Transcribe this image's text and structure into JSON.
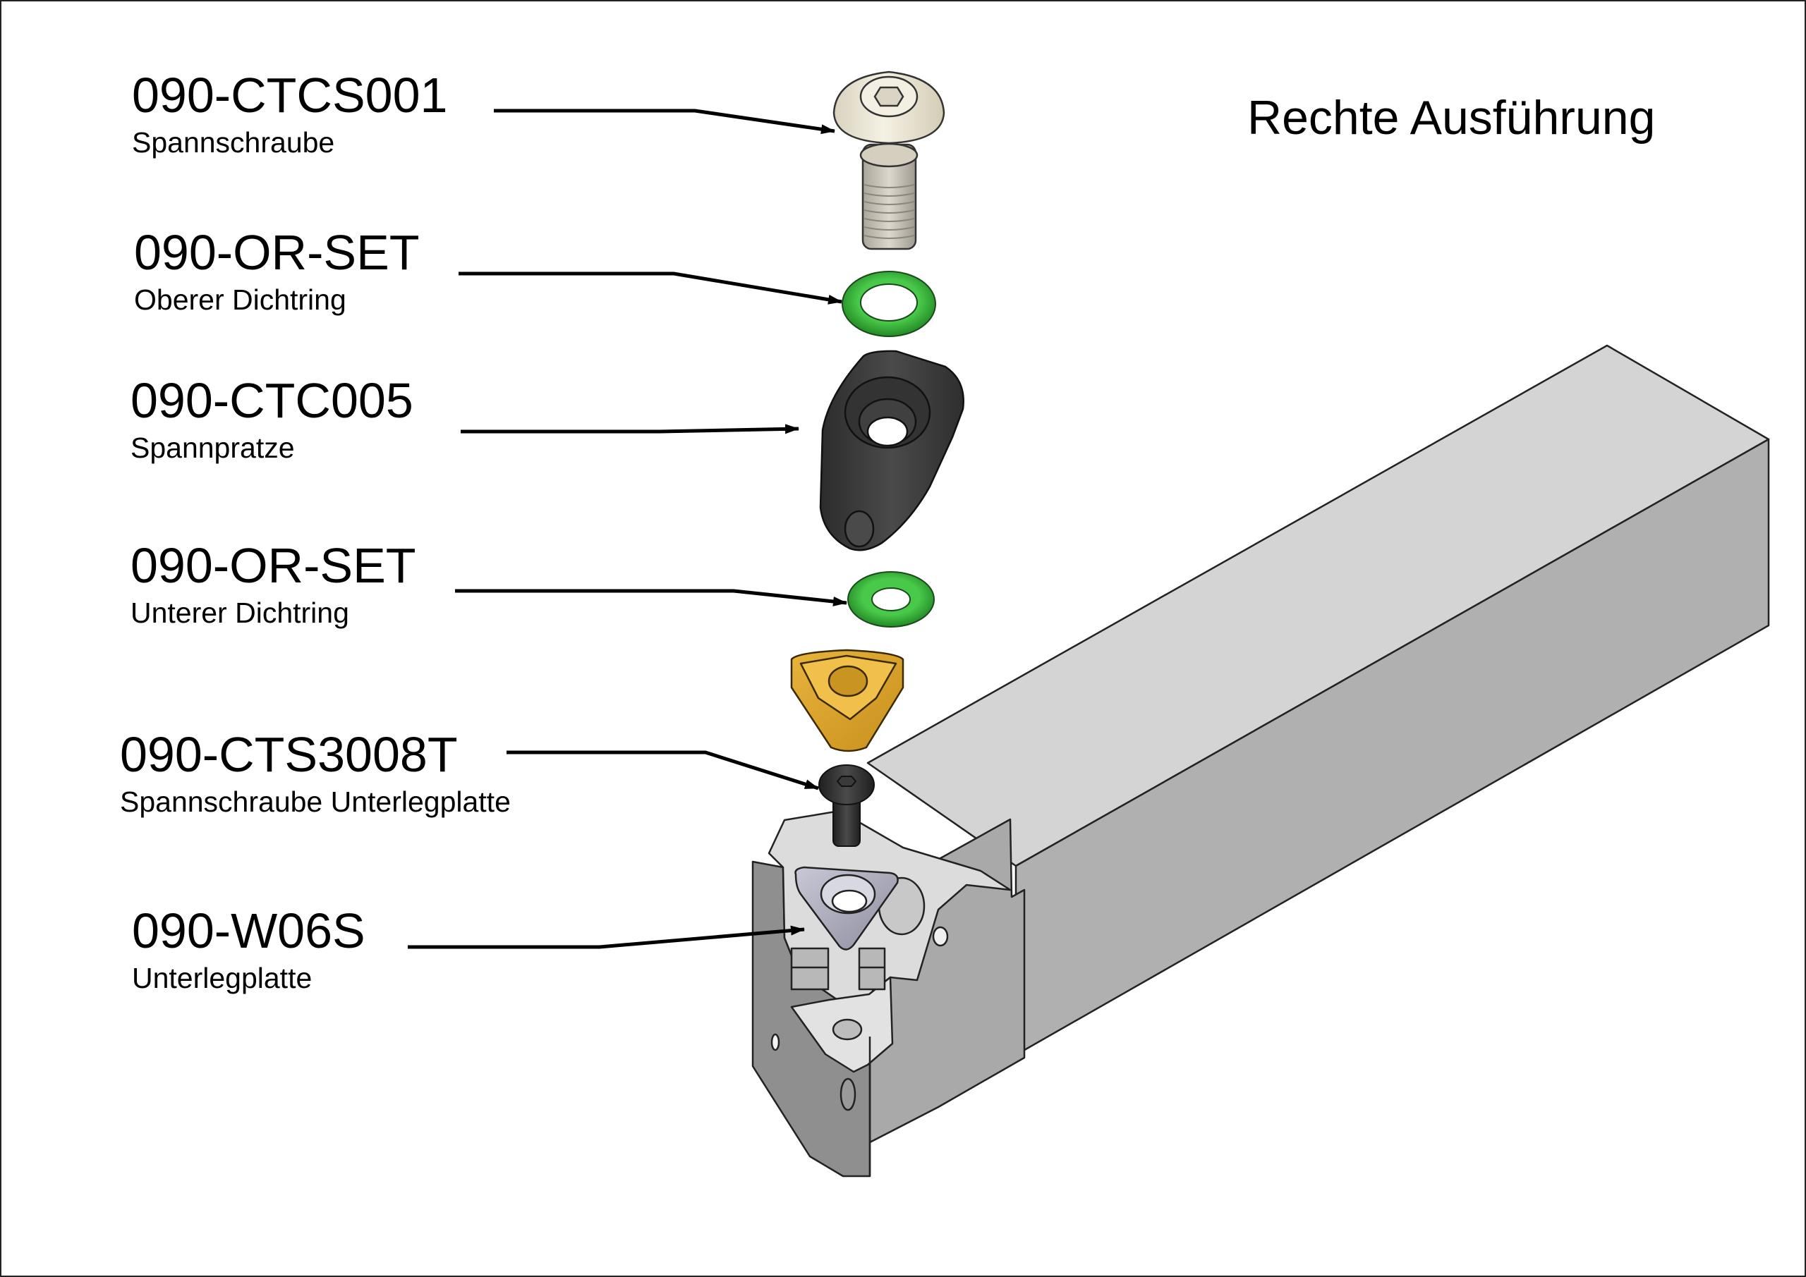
{
  "title": "Rechte Ausführung",
  "colors": {
    "shank_top": "#d4d4d4",
    "shank_side": "#b0b0b0",
    "holder_front": "#9a9a9a",
    "screw_head": "#ece7d6",
    "o_ring": "#2aa12a",
    "clamp": "#3a3a3a",
    "insert": "#d9a52a",
    "shim": "#b9b8c8",
    "outline": "#222222"
  },
  "callouts": [
    {
      "id": "090-CTCS001",
      "part_number": "090-CTCS001",
      "description": "Spannschraube",
      "component": "clamp-screw"
    },
    {
      "id": "090-OR-SET-upper",
      "part_number": "090-OR-SET",
      "description": "Oberer Dichtring",
      "component": "upper-o-ring"
    },
    {
      "id": "090-CTC005",
      "part_number": "090-CTC005",
      "description": "Spannpratze",
      "component": "clamp"
    },
    {
      "id": "090-OR-SET-lower",
      "part_number": "090-OR-SET",
      "description": "Unterer Dichtring",
      "component": "lower-o-ring"
    },
    {
      "id": "090-CTS3008T",
      "part_number": "090-CTS3008T",
      "description": "Spannschraube Unterlegplatte",
      "component": "shim-screw"
    },
    {
      "id": "090-W06S",
      "part_number": "090-W06S",
      "description": "Unterlegplatte",
      "component": "shim"
    }
  ],
  "components": [
    "clamp-screw",
    "upper-o-ring",
    "clamp",
    "lower-o-ring",
    "cutting-insert",
    "shim-screw",
    "shim",
    "tool-holder"
  ]
}
